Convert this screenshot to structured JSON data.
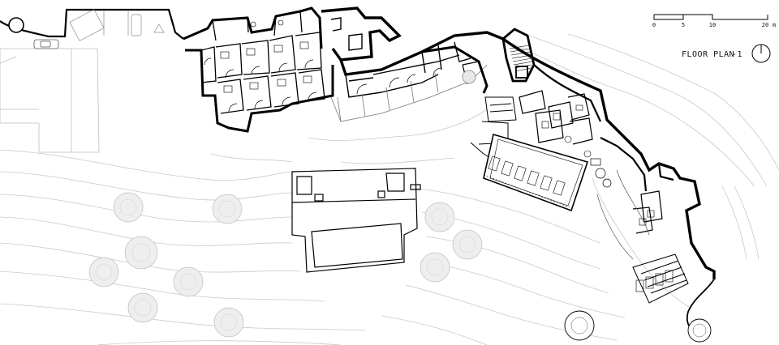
{
  "drawing": {
    "title": "FLOOR PLAN",
    "level": "-1"
  },
  "scale_bar": {
    "ticks": [
      "0",
      "5",
      "10",
      "20"
    ],
    "unit": "m"
  },
  "icons": {
    "north_arrow": "north-arrow-icon",
    "tree": "tree-symbol-icon",
    "car": "car-icon"
  },
  "colors": {
    "background": "#ffffff",
    "wall": "#000000",
    "contour": "#c4c4c4",
    "tree_fill": "#e9e9e9"
  }
}
